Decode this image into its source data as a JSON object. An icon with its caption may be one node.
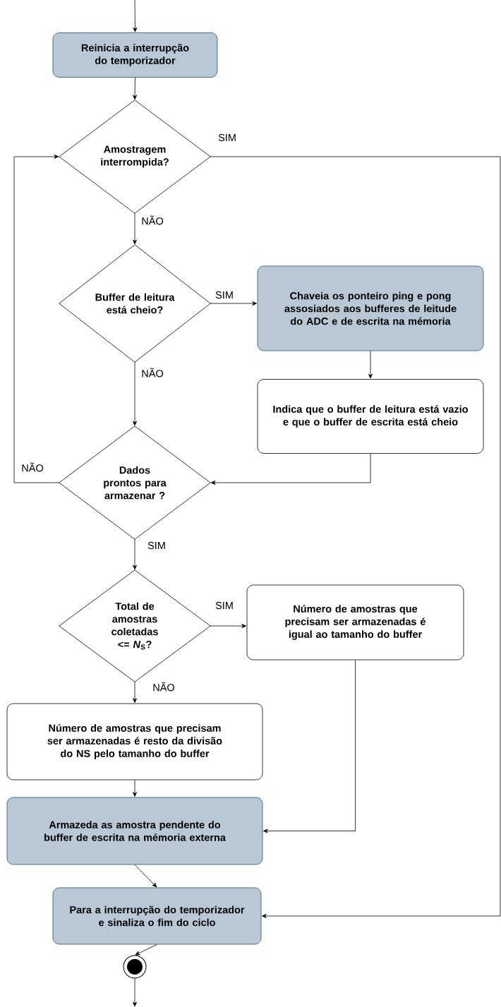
{
  "diagram": {
    "nodes": [
      {
        "text": [
          "Reinicia a interrupção do temporizador"
        ]
      },
      {
        "text": [
          "Amostragem interrompida?"
        ]
      },
      {
        "text": [
          "Buffer de leitura está cheio?"
        ]
      },
      {
        "text": [
          "Chaveia os ponteiro ping e pong assosiados aos bufferes de leitude do ADC e de escrita na mémoria"
        ]
      },
      {
        "text": [
          "Indica que o buffer de leitura está vazio e que o buffer de escrita está cheio"
        ]
      },
      {
        "text": [
          "Dados prontos para armazenar ?"
        ]
      },
      {
        "text": [
          "Total de amostras coletadas <= *N*$_{S}$?"
        ]
      },
      {
        "text": [
          "Número de amostras que precisam ser armazenadas é igual ao tamanho do buffer"
        ]
      },
      {
        "text": [
          "Número de amostras que precisam ser armazenadas é resto da divisão do NS pelo tamanho do buffer"
        ]
      },
      {
        "text": [
          "Armazeda as amostra pendente do buffer de escrita na mémoria externa"
        ]
      },
      {
        "text": [
          "Para a interrupção do temporizador e sinaliza o fim do ciclo"
        ]
      },
      {
        "text": [],
        "shape": "circle"
      }
    ],
    "edges": [
      {
        "from": null,
        "to": 0,
        "arrow": "to"
      },
      {
        "from": 0,
        "to": 1,
        "arrow": "to"
      },
      {
        "from": 1,
        "to": 10,
        "arrow": "to",
        "label": "SIM"
      },
      {
        "from": 1,
        "to": 2,
        "arrow": "to",
        "label": "NÃO"
      },
      {
        "from": 2,
        "to": 3,
        "arrow": "to",
        "label": "SIM"
      },
      {
        "from": 3,
        "to": 4,
        "arrow": "to"
      },
      {
        "from": 2,
        "to": 5,
        "arrow": "to",
        "label": "NÃO"
      },
      {
        "from": 4,
        "to": 5,
        "arrow": "to"
      },
      {
        "from": 5,
        "to": 1,
        "arrow": "to",
        "label": "NÃO"
      },
      {
        "from": 5,
        "to": 6,
        "arrow": "to",
        "label": "SIM"
      },
      {
        "from": 6,
        "to": 7,
        "arrow": "to",
        "label": "SIM"
      },
      {
        "from": 6,
        "to": 8,
        "arrow": "to",
        "label": "NÃO"
      },
      {
        "from": 7,
        "to": 9,
        "arrow": "to"
      },
      {
        "from": 8,
        "to": 9,
        "arrow": "to"
      },
      {
        "from": 9,
        "to": 10,
        "arrow": "to"
      },
      {
        "from": 10,
        "to": 11,
        "arrow": "to"
      },
      {
        "from": 11,
        "to": null,
        "arrow": "to"
      }
    ]
  }
}
